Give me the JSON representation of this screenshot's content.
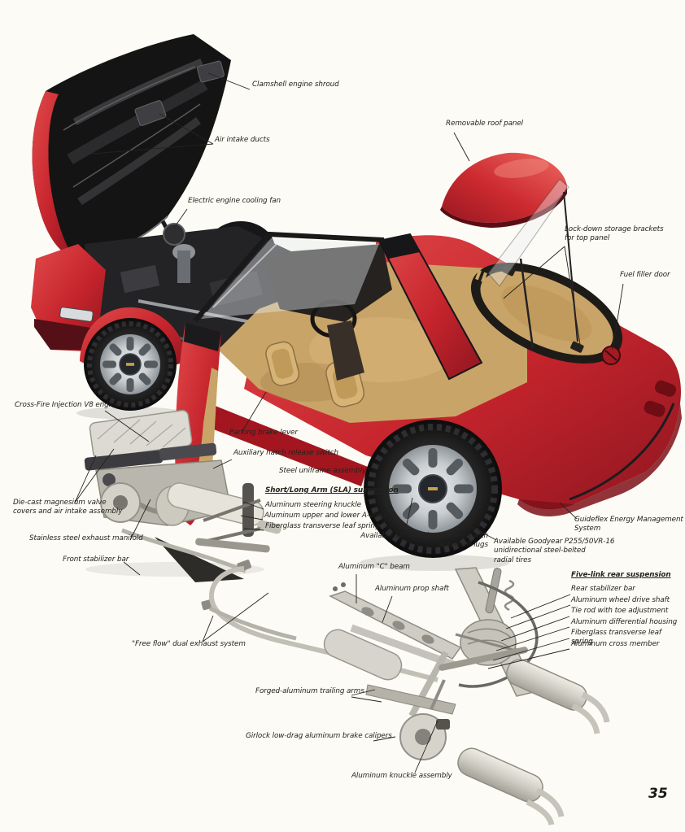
{
  "page": {
    "page_number": "35"
  },
  "colors": {
    "background": "#fcfbf5",
    "body_red": "#c5242c",
    "roof_red": "#cc2a30",
    "interior_tan": "#c9a468",
    "chassis_silver": "#cfcdc3",
    "label_ink": "#26221c"
  },
  "labels": {
    "clamshell": {
      "text": "Clamshell engine shroud"
    },
    "air_intake": {
      "text": "Air intake ducts"
    },
    "cooling_fan": {
      "text": "Electric engine cooling fan"
    },
    "roof_panel": {
      "text": "Removable roof panel"
    },
    "lockdown": {
      "text": "Lock-down storage brackets\nfor top panel"
    },
    "fuel_door": {
      "text": "Fuel filler door"
    },
    "crossfire": {
      "text": "Cross-Fire Injection V8 engine"
    },
    "diecast": {
      "text": "Die-cast magnesium valve\ncovers and air intake assembly"
    },
    "stainless": {
      "text": "Stainless steel exhaust manifold"
    },
    "front_stab": {
      "text": "Front stabilizer bar"
    },
    "parking_brake": {
      "text": "Parking brake lever"
    },
    "aux_hatch": {
      "text": "Auxiliary hatch release switch"
    },
    "uniframe": {
      "text": "Steel uniframe assembly"
    },
    "sla_header": {
      "text": "Short/Long Arm (SLA) suspension"
    },
    "steering_knuckle": {
      "text": "Aluminum steering knuckle"
    },
    "a_arms": {
      "text": "Aluminum upper and lower A-arms"
    },
    "leaf_front": {
      "text": "Fiberglass transverse leaf spring"
    },
    "wheels16": {
      "text": "Available 16\" aluminum wheels with\nanti-theft lugs"
    },
    "goodyear": {
      "text": "Available Goodyear P255/50VR-16\nunidirectional steel-belted\nradial tires"
    },
    "guideflex": {
      "text": "Guideflex Energy Management\nSystem"
    },
    "c_beam": {
      "text": "Aluminum \"C\" beam"
    },
    "prop_shaft": {
      "text": "Aluminum prop shaft"
    },
    "fivelink_header": {
      "text": "Five-link rear suspension"
    },
    "rear_stab": {
      "text": "Rear stabilizer bar"
    },
    "wheel_shaft": {
      "text": "Aluminum wheel drive shaft"
    },
    "tie_rod": {
      "text": "Tie rod with toe adjustment"
    },
    "diff_housing": {
      "text": "Aluminum differential housing"
    },
    "leaf_rear": {
      "text": "Fiberglass transverse leaf spring"
    },
    "cross_member": {
      "text": "Aluminum cross member"
    },
    "free_flow": {
      "text": "\"Free flow\" dual exhaust system"
    },
    "trailing_arms": {
      "text": "Forged-aluminum trailing arms"
    },
    "girlock": {
      "text": "Girlock low-drag aluminum brake calipers"
    },
    "knuckle_asm": {
      "text": "Aluminum knuckle assembly"
    }
  }
}
